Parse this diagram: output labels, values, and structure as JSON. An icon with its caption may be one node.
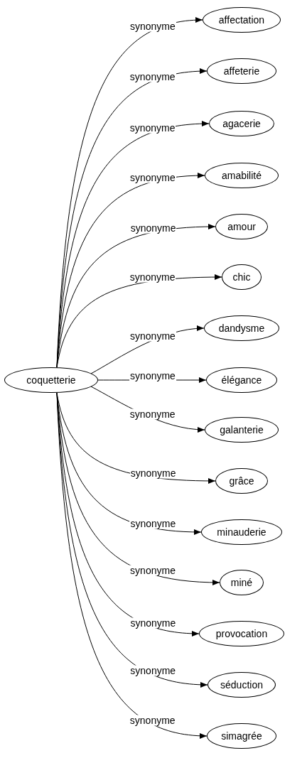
{
  "diagram": {
    "nodes": [
      {
        "text": [
          "coquetterie"
        ]
      },
      {
        "text": [
          "affectation"
        ]
      },
      {
        "text": [
          "affeterie"
        ]
      },
      {
        "text": [
          "agacerie"
        ]
      },
      {
        "text": [
          "amabilité"
        ]
      },
      {
        "text": [
          "amour"
        ]
      },
      {
        "text": [
          "chic"
        ]
      },
      {
        "text": [
          "dandysme"
        ]
      },
      {
        "text": [
          "élégance"
        ]
      },
      {
        "text": [
          "galanterie"
        ]
      },
      {
        "text": [
          "grâce"
        ]
      },
      {
        "text": [
          "minauderie"
        ]
      },
      {
        "text": [
          "miné"
        ]
      },
      {
        "text": [
          "provocation"
        ]
      },
      {
        "text": [
          "séduction"
        ]
      },
      {
        "text": [
          "simagrée"
        ]
      }
    ],
    "edges": [
      {
        "from": 0,
        "to": 1,
        "arrow": "to",
        "label": "synonyme"
      },
      {
        "from": 0,
        "to": 2,
        "arrow": "to",
        "label": "synonyme"
      },
      {
        "from": 0,
        "to": 3,
        "arrow": "to",
        "label": "synonyme"
      },
      {
        "from": 0,
        "to": 4,
        "arrow": "to",
        "label": "synonyme"
      },
      {
        "from": 0,
        "to": 5,
        "arrow": "to",
        "label": "synonyme"
      },
      {
        "from": 0,
        "to": 6,
        "arrow": "to",
        "label": "synonyme"
      },
      {
        "from": 0,
        "to": 7,
        "arrow": "to",
        "label": "synonyme"
      },
      {
        "from": 0,
        "to": 8,
        "arrow": "to",
        "label": "synonyme"
      },
      {
        "from": 0,
        "to": 9,
        "arrow": "to",
        "label": "synonyme"
      },
      {
        "from": 0,
        "to": 10,
        "arrow": "to",
        "label": "synonyme"
      },
      {
        "from": 0,
        "to": 11,
        "arrow": "to",
        "label": "synonyme"
      },
      {
        "from": 0,
        "to": 12,
        "arrow": "to",
        "label": "synonyme"
      },
      {
        "from": 0,
        "to": 13,
        "arrow": "to",
        "label": "synonyme"
      },
      {
        "from": 0,
        "to": 14,
        "arrow": "to",
        "label": "synonyme"
      },
      {
        "from": 0,
        "to": 15,
        "arrow": "to",
        "label": "synonyme"
      }
    ]
  }
}
